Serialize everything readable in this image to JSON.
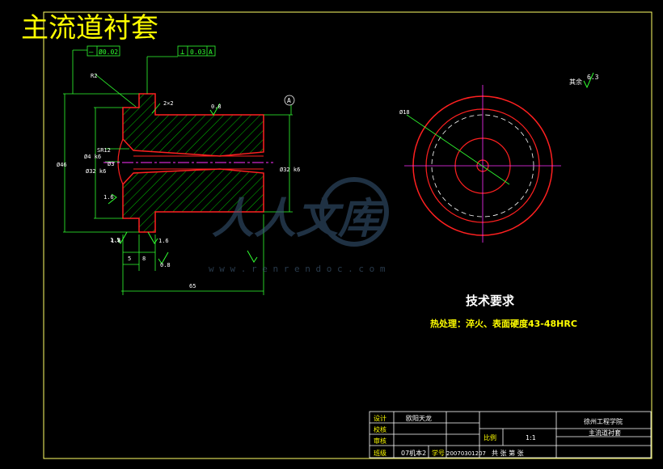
{
  "drawing": {
    "title": "主流道衬套",
    "watermark": {
      "brand": "人人文库",
      "url": "w w w . r e n r e n d o c . c o m"
    },
    "tech_requirements": {
      "heading": "技术要求",
      "line1": "热处理：淬火、表面硬度43-48HRC"
    },
    "surface_note": {
      "label": "其余",
      "value": "6.3"
    },
    "gdt": {
      "frame1_symbol": "—",
      "frame1_value": "Ø0.02",
      "frame2_symbol": "⊥",
      "frame2_value": "0.03",
      "frame2_datum": "A",
      "datum_label": "A"
    },
    "dims": {
      "r": "R2",
      "chamfer": "2×2",
      "sr": "SR12",
      "d3": "Ø3",
      "ra_top": "0.8",
      "ra_left": "1.6",
      "ra_bottom1": "1.6",
      "ra_bottom2": "1.6",
      "ra_bottom3": "0.8",
      "len_small1": "1.5",
      "len_small2": "5",
      "len_small3": "8",
      "len_total": "65",
      "dia_outer": "Ø46",
      "dia_mid": "Ø32 k6",
      "dia_right": "Ø32 k6",
      "dia_side": "Ø4 k6",
      "side_view_dia": "Ø18"
    },
    "title_block": {
      "rows": [
        {
          "label": "设计",
          "value": "欧阳天龙"
        },
        {
          "label": "校核",
          "value": ""
        },
        {
          "label": "审核",
          "value": ""
        },
        {
          "label": "班级",
          "value": "07机本2",
          "label2": "学号",
          "value2": "20070301207"
        }
      ],
      "scale_label": "比例",
      "scale_value": "1:1",
      "school": "徐州工程学院",
      "part_name": "主流道衬套",
      "sheets": "共 张 第 张"
    }
  },
  "colors": {
    "frame": "#ffff66",
    "part": "#ff2020",
    "hatch": "#00c000",
    "dim": "#30ff30",
    "center": "#ff30ff",
    "white": "#ffffff",
    "title_text": "#ffff00",
    "cyan": "#00ffff"
  }
}
